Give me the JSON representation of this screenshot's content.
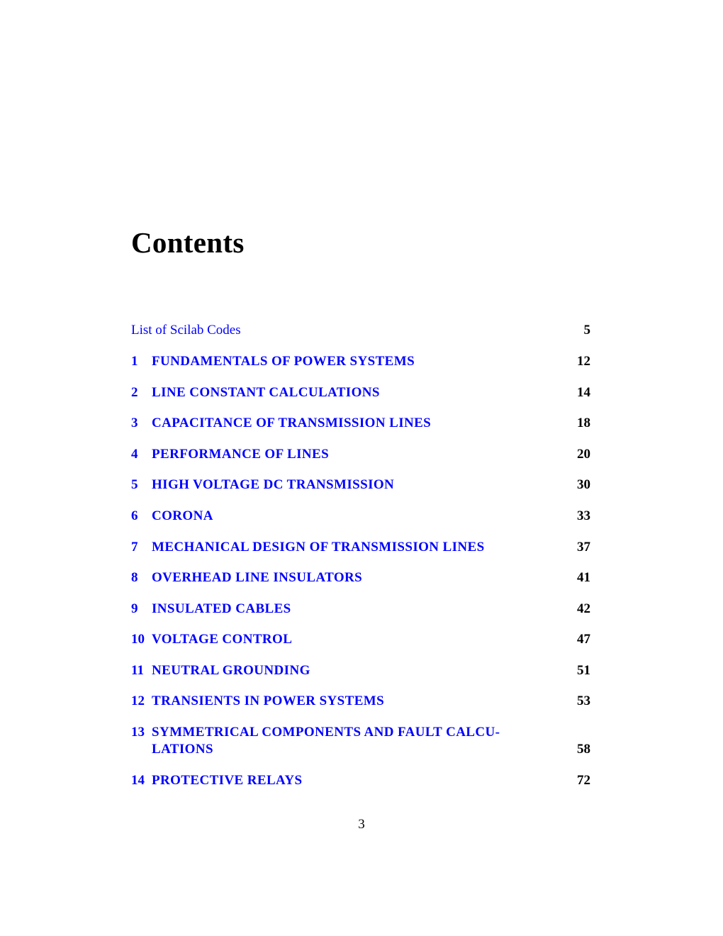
{
  "document": {
    "title": "Contents",
    "page_number": "3"
  },
  "toc": {
    "link_color": "#0000ff",
    "entries": [
      {
        "number": "",
        "label": "List of Scilab Codes",
        "label_line2": "",
        "page": "5"
      },
      {
        "number": "1",
        "label": "FUNDAMENTALS OF POWER SYSTEMS",
        "label_line2": "",
        "page": "12"
      },
      {
        "number": "2",
        "label": "LINE CONSTANT CALCULATIONS",
        "label_line2": "",
        "page": "14"
      },
      {
        "number": "3",
        "label": "CAPACITANCE OF TRANSMISSION LINES",
        "label_line2": "",
        "page": "18"
      },
      {
        "number": "4",
        "label": "PERFORMANCE OF LINES",
        "label_line2": "",
        "page": "20"
      },
      {
        "number": "5",
        "label": "HIGH VOLTAGE DC TRANSMISSION",
        "label_line2": "",
        "page": "30"
      },
      {
        "number": "6",
        "label": "CORONA",
        "label_line2": "",
        "page": "33"
      },
      {
        "number": "7",
        "label": "MECHANICAL DESIGN OF TRANSMISSION LINES",
        "label_line2": "",
        "page": "37"
      },
      {
        "number": "8",
        "label": "OVERHEAD LINE INSULATORS",
        "label_line2": "",
        "page": "41"
      },
      {
        "number": "9",
        "label": "INSULATED CABLES",
        "label_line2": "",
        "page": "42"
      },
      {
        "number": "10",
        "label": "VOLTAGE CONTROL",
        "label_line2": "",
        "page": "47"
      },
      {
        "number": "11",
        "label": "NEUTRAL GROUNDING",
        "label_line2": "",
        "page": "51"
      },
      {
        "number": "12",
        "label": "TRANSIENTS IN POWER SYSTEMS",
        "label_line2": "",
        "page": "53"
      },
      {
        "number": "13",
        "label": "SYMMETRICAL COMPONENTS AND FAULT CALCU-",
        "label_line2": "LATIONS",
        "page": "58"
      },
      {
        "number": "14",
        "label": "PROTECTIVE RELAYS",
        "label_line2": "",
        "page": "72"
      }
    ]
  }
}
